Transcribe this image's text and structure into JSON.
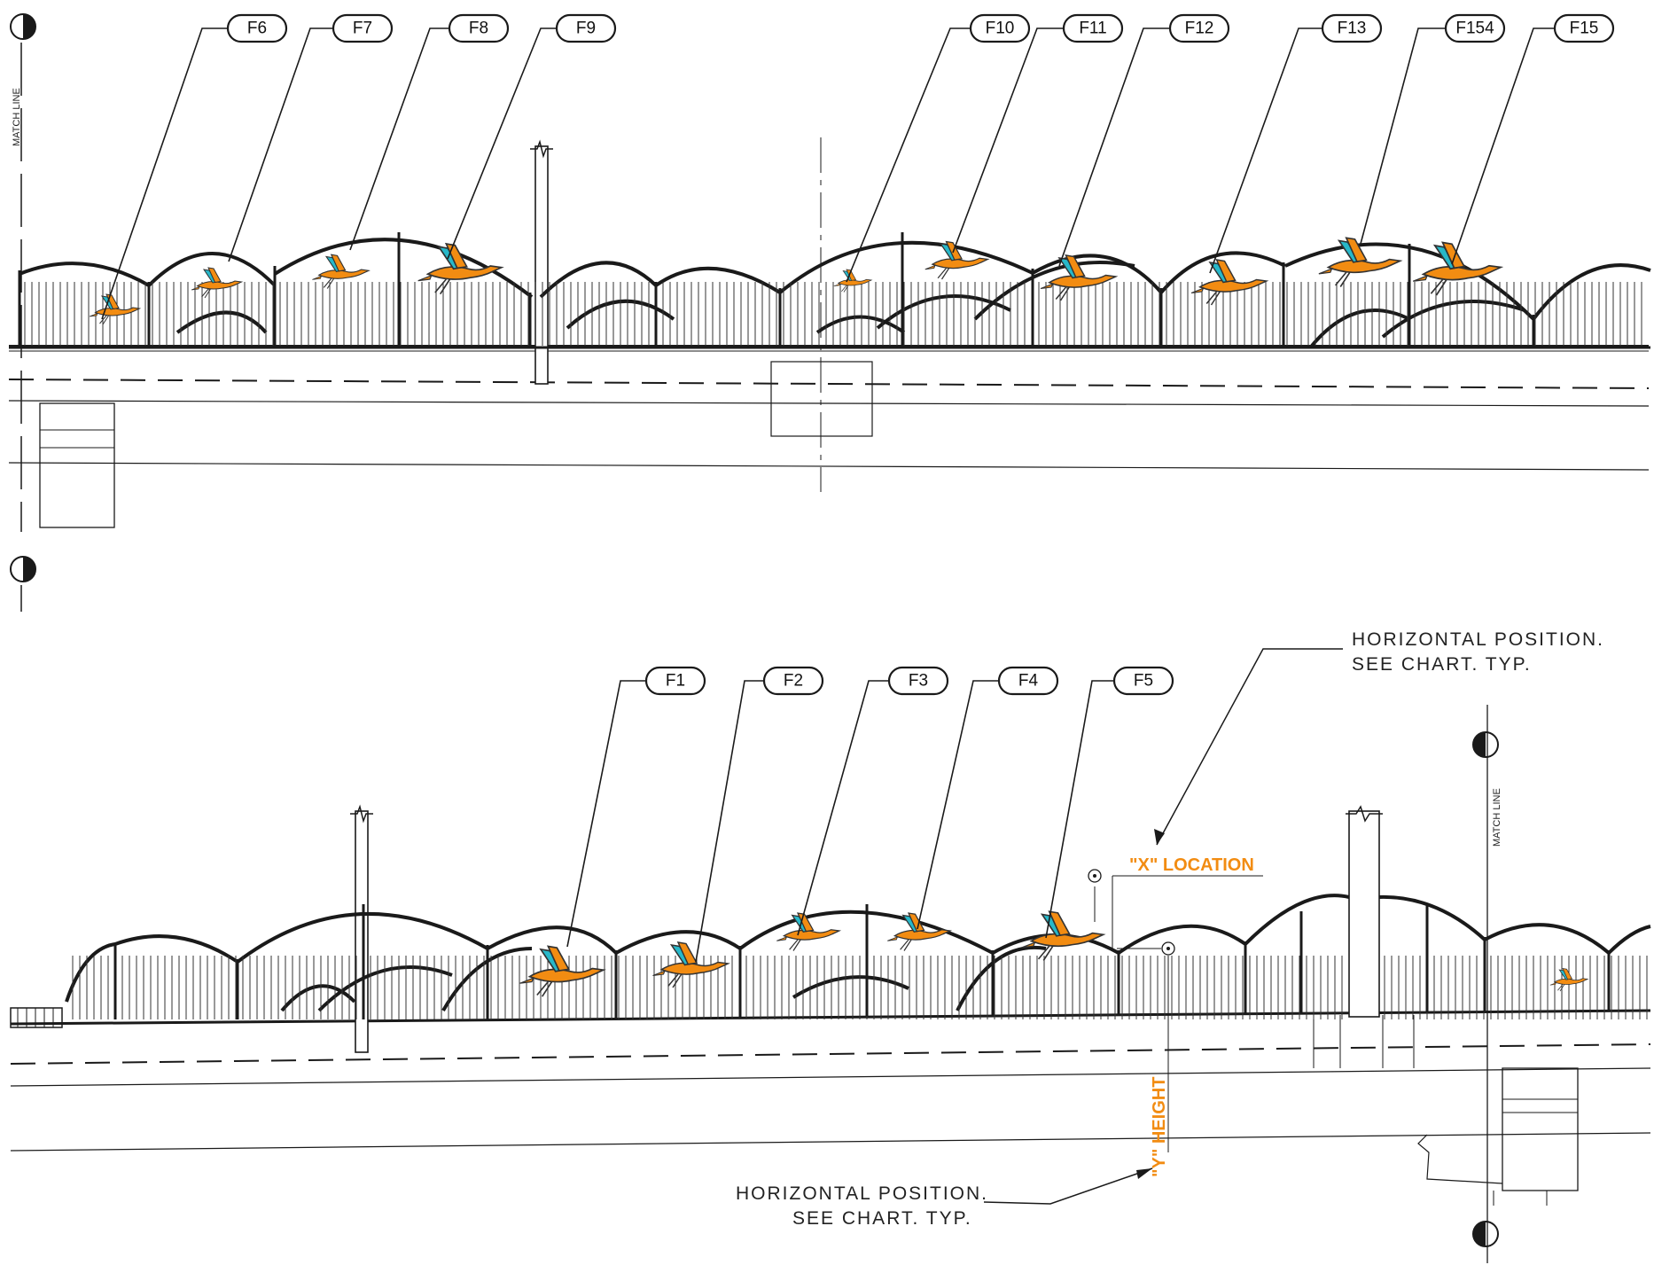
{
  "colors": {
    "ink": "#1a1a1a",
    "bird_body": "#f28c12",
    "bird_wing": "#27b8c9",
    "background": "#ffffff"
  },
  "upper": {
    "tags": [
      "F6",
      "F7",
      "F8",
      "F9",
      "F10",
      "F11",
      "F12",
      "F13",
      "F154",
      "F15"
    ],
    "match_line_label": "MATCH LINE"
  },
  "lower": {
    "tags": [
      "F1",
      "F2",
      "F3",
      "F4",
      "F5"
    ],
    "match_line_label": "MATCH LINE",
    "note_top_line1": "HORIZONTAL  POSITION.",
    "note_top_line2": "SEE  CHART.  TYP.",
    "x_location_label": "\"X\"  LOCATION",
    "y_height_label": "\"Y\"  HEIGHT",
    "note_bottom_line1": "HORIZONTAL  POSITION.",
    "note_bottom_line2": "SEE  CHART.  TYP."
  },
  "icons": {
    "section_marker": "half-filled-circle-icon",
    "bird": "flying-heron-icon"
  }
}
